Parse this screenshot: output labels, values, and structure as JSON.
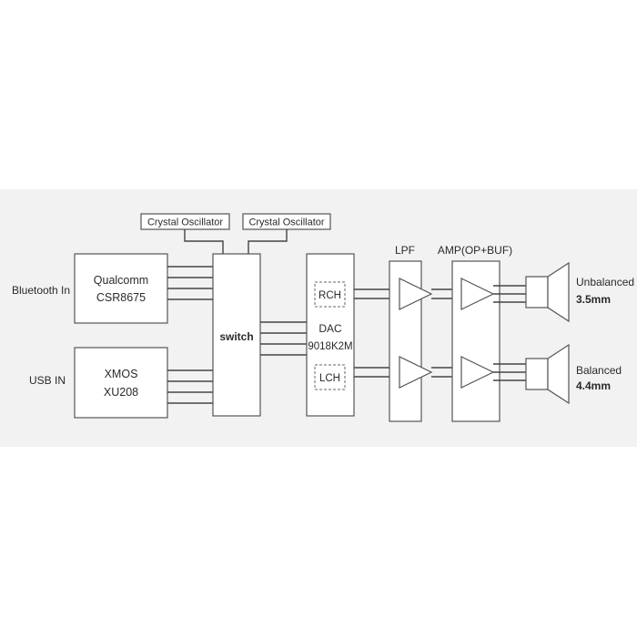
{
  "blocks": {
    "crystal_1": "Crystal Oscillator",
    "crystal_2": "Crystal Oscillator",
    "bluetooth_chip_line1": "Qualcomm",
    "bluetooth_chip_line2": "CSR8675",
    "usb_chip_line1": "XMOS",
    "usb_chip_line2": "XU208",
    "switch": "switch",
    "dac_line1": "DAC",
    "dac_line2": "9018K2M",
    "rch": "RCH",
    "lch": "LCH",
    "lpf": "LPF",
    "amp": "AMP(OP+BUF)"
  },
  "inputs": {
    "bluetooth": "Bluetooth In",
    "usb": "USB IN"
  },
  "outputs": {
    "unbalanced_label": "Unbalanced",
    "unbalanced_size": "3.5mm",
    "balanced_label": "Balanced",
    "balanced_size": "4.4mm"
  },
  "colors": {
    "panel_background": "#f2f2f2",
    "line": "#444444",
    "text": "#2a2a2a"
  }
}
